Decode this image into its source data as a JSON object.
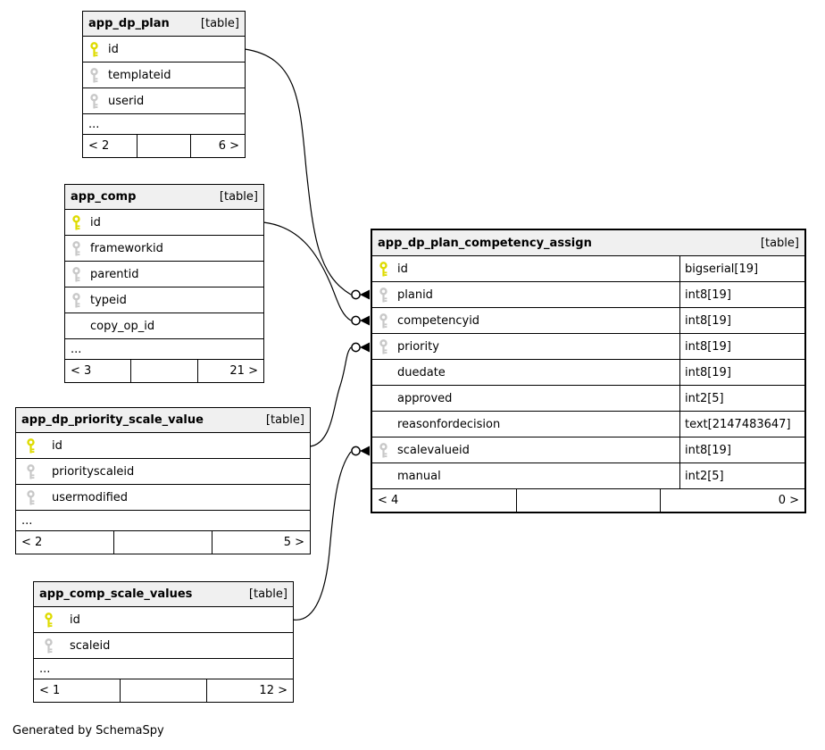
{
  "page": {
    "generator_note": "Generated by SchemaSpy"
  },
  "colors": {
    "primary_key_icon": "#dedb00",
    "foreign_key_icon": "#c8c8c8",
    "table_header_bg": "#f0f0f0",
    "border": "#000000"
  },
  "tables": {
    "app_dp_plan": {
      "title": "app_dp_plan",
      "badge": "[table]",
      "columns": [
        {
          "name": "id",
          "key": "primary"
        },
        {
          "name": "templateid",
          "key": "foreign"
        },
        {
          "name": "userid",
          "key": "foreign"
        }
      ],
      "ellipsis": "...",
      "footer": {
        "left": "< 2",
        "middle": "",
        "right": "6 >"
      }
    },
    "app_comp": {
      "title": "app_comp",
      "badge": "[table]",
      "columns": [
        {
          "name": "id",
          "key": "primary"
        },
        {
          "name": "frameworkid",
          "key": "foreign"
        },
        {
          "name": "parentid",
          "key": "foreign"
        },
        {
          "name": "typeid",
          "key": "foreign"
        },
        {
          "name": "copy_op_id",
          "key": "none"
        }
      ],
      "ellipsis": "...",
      "footer": {
        "left": "< 3",
        "middle": "",
        "right": "21 >"
      }
    },
    "app_dp_priority_scale_value": {
      "title": "app_dp_priority_scale_value",
      "badge": "[table]",
      "columns": [
        {
          "name": "id",
          "key": "primary"
        },
        {
          "name": "priorityscaleid",
          "key": "foreign"
        },
        {
          "name": "usermodified",
          "key": "foreign"
        }
      ],
      "ellipsis": "...",
      "footer": {
        "left": "< 2",
        "middle": "",
        "right": "5 >"
      }
    },
    "app_comp_scale_values": {
      "title": "app_comp_scale_values",
      "badge": "[table]",
      "columns": [
        {
          "name": "id",
          "key": "primary"
        },
        {
          "name": "scaleid",
          "key": "foreign"
        }
      ],
      "ellipsis": "...",
      "footer": {
        "left": "< 1",
        "middle": "",
        "right": "12 >"
      }
    },
    "app_dp_plan_competency_assign": {
      "title": "app_dp_plan_competency_assign",
      "badge": "[table]",
      "columns": [
        {
          "name": "id",
          "type": "bigserial[19]",
          "key": "primary"
        },
        {
          "name": "planid",
          "type": "int8[19]",
          "key": "foreign"
        },
        {
          "name": "competencyid",
          "type": "int8[19]",
          "key": "foreign"
        },
        {
          "name": "priority",
          "type": "int8[19]",
          "key": "foreign"
        },
        {
          "name": "duedate",
          "type": "int8[19]",
          "key": "none"
        },
        {
          "name": "approved",
          "type": "int2[5]",
          "key": "none"
        },
        {
          "name": "reasonfordecision",
          "type": "text[2147483647]",
          "key": "none"
        },
        {
          "name": "scalevalueid",
          "type": "int8[19]",
          "key": "foreign"
        },
        {
          "name": "manual",
          "type": "int2[5]",
          "key": "none"
        }
      ],
      "footer": {
        "left": "< 4",
        "middle": "",
        "right": "0 >"
      }
    }
  },
  "relationships": [
    {
      "from": "app_dp_plan.id",
      "to": "app_dp_plan_competency_assign.planid"
    },
    {
      "from": "app_comp.id",
      "to": "app_dp_plan_competency_assign.competencyid"
    },
    {
      "from": "app_dp_priority_scale_value.id",
      "to": "app_dp_plan_competency_assign.priority"
    },
    {
      "from": "app_comp_scale_values.id",
      "to": "app_dp_plan_competency_assign.scalevalueid"
    }
  ]
}
